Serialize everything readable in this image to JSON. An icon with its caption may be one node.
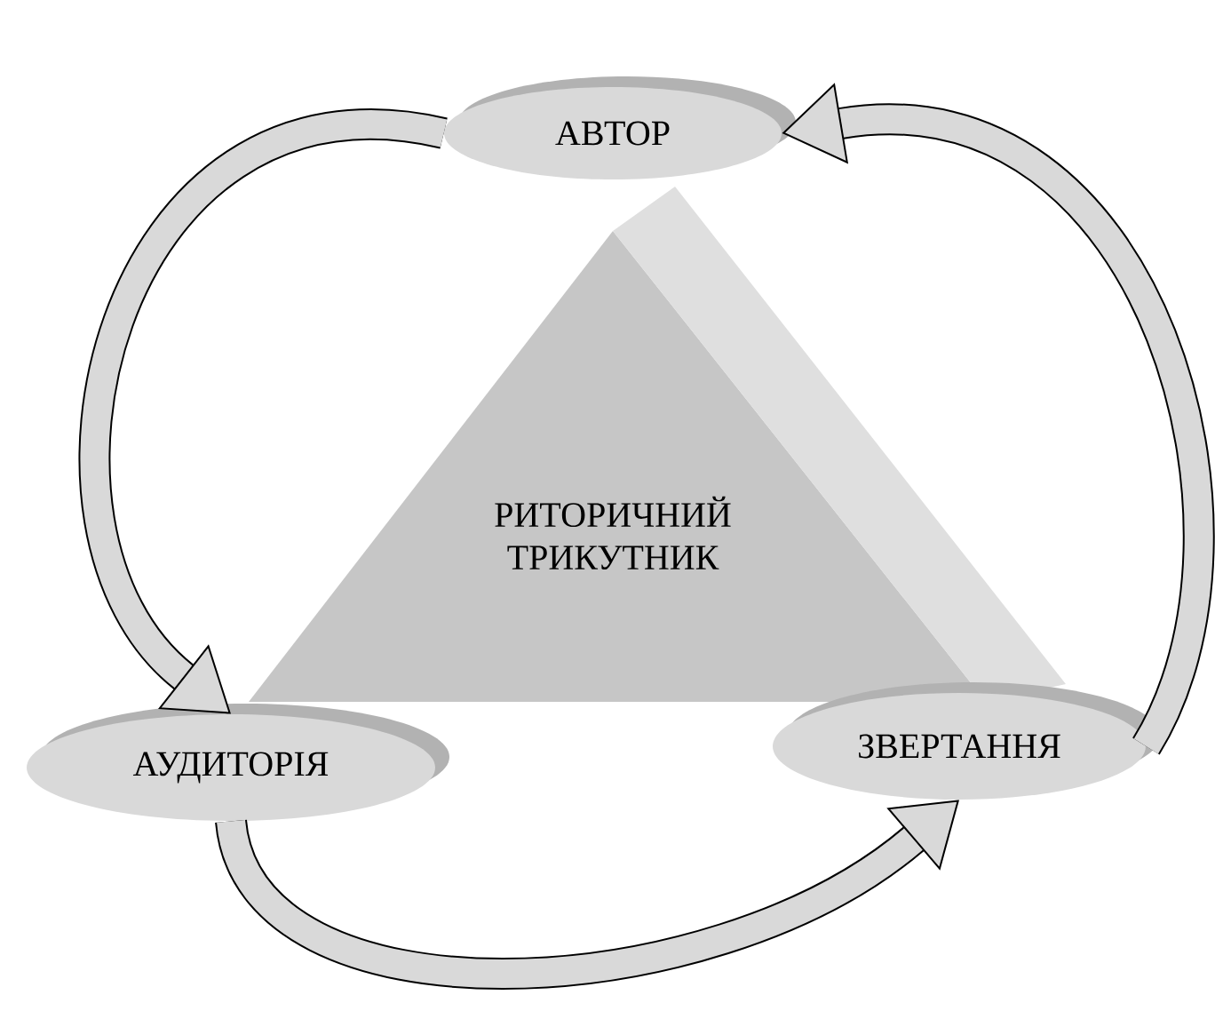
{
  "diagram": {
    "nodes": [
      {
        "text": [
          "РИТОРИЧНИЙ ТРИКУТНИК"
        ]
      },
      {
        "text": [
          "АВТОР"
        ]
      },
      {
        "text": [
          "АУДИТОРІЯ"
        ]
      },
      {
        "text": [
          "ЗВЕРТАННЯ"
        ]
      }
    ],
    "edges": [
      {
        "from": 1,
        "to": 2,
        "arrow": "to"
      },
      {
        "from": 2,
        "to": 3,
        "arrow": "to"
      },
      {
        "from": 3,
        "to": 1,
        "arrow": "to"
      }
    ]
  }
}
